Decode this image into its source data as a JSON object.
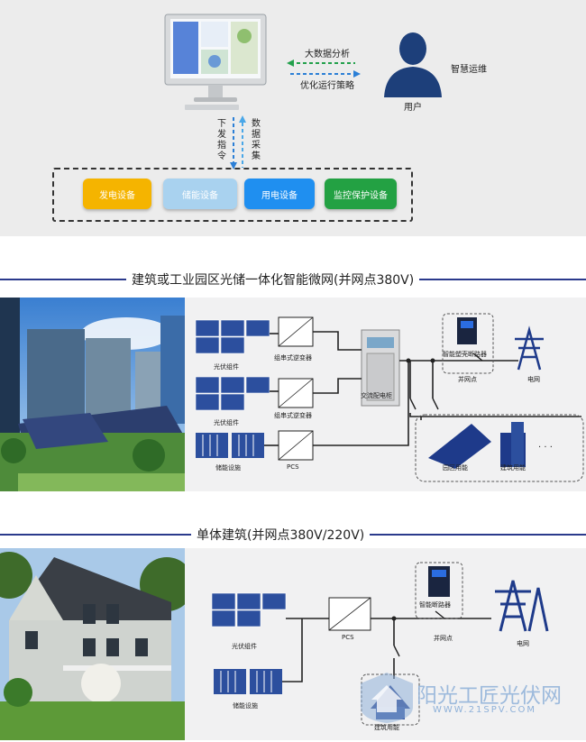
{
  "top": {
    "big_data_label": "大数据分析",
    "optimize_label": "优化运行策略",
    "smart_ops_label": "智慧运维",
    "user_label": "用户",
    "issue_cmd_label": "下发指令",
    "data_collect_label": "数据采集",
    "devices": [
      {
        "label": "发电设备",
        "color": "#f5b400"
      },
      {
        "label": "储能设备",
        "color": "#a9d2ef"
      },
      {
        "label": "用电设备",
        "color": "#1f8ff0"
      },
      {
        "label": "监控保护设备",
        "color": "#23a143"
      }
    ]
  },
  "section1": {
    "title": "建筑或工业园区光储一体化智能微网(并网点380V)",
    "pv_label_1": "光伏组件",
    "pv_label_2": "光伏组件",
    "inverter_label_1": "组串式逆变器",
    "inverter_label_2": "组串式逆变器",
    "storage_label": "储能设施",
    "pcs_label": "PCS",
    "ac_cabinet_label": "交流配电柜",
    "breaker_label": "智能塑壳断路器",
    "grid_point_label": "并网点",
    "grid_label": "电网",
    "park_load_label": "园区用能",
    "building_load_label": "建筑用能"
  },
  "section2": {
    "title": "单体建筑(并网点380V/220V)",
    "pv_label": "光伏组件",
    "storage_label": "储能设施",
    "pcs_label": "PCS",
    "breaker_label": "智能断路器",
    "grid_point_label": "并网点",
    "grid_label": "电网",
    "building_load_label": "建筑用能"
  },
  "watermark": {
    "brand": "阳光工匠光伏网",
    "url": "WWW.21SPV.COM"
  },
  "colors": {
    "navy": "#1e3a8a",
    "accent_line": "#2b3a8c",
    "green_arrow": "#22a04b",
    "blue_arrow": "#2b7fd6"
  }
}
